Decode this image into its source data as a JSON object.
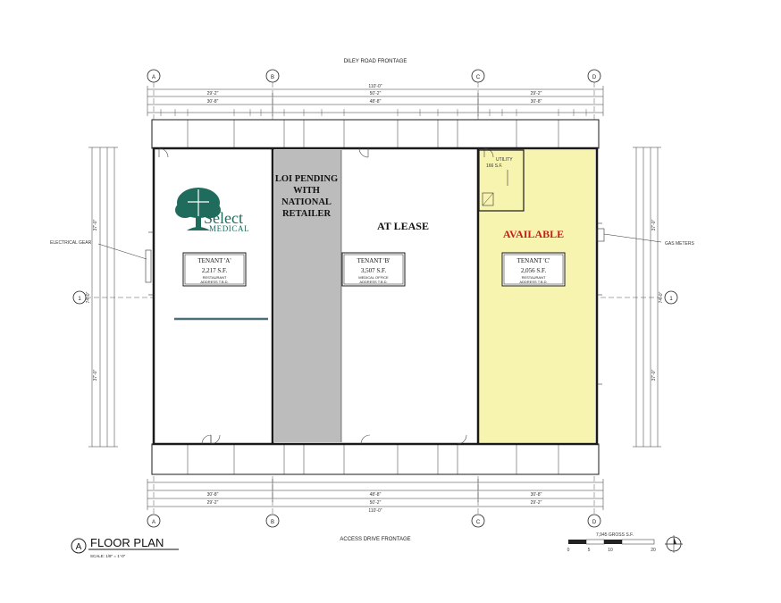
{
  "frontage_top": "DILEY ROAD FRONTAGE",
  "frontage_bottom": "ACCESS DRIVE FRONTAGE",
  "grid_columns": [
    "A",
    "B",
    "C",
    "D"
  ],
  "grid_row": "1",
  "overall_width": "110'-0\"",
  "dims_top_row2": [
    "29'-2\"",
    "50'-2\"",
    "29'-2\""
  ],
  "dims_top_row3": [
    "30'-8\"",
    "48'-8\"",
    "30'-8\""
  ],
  "side_dims": [
    "37'-0\"",
    "74'-0\"",
    "37'-0\""
  ],
  "brand": {
    "name_line1": "Select",
    "name_line2": "MEDICAL"
  },
  "lease_status": {
    "b_left": [
      "LOI PENDING",
      "WITH",
      "NATIONAL",
      "RETAILER"
    ],
    "b_right": "AT LEASE",
    "c": "AVAILABLE"
  },
  "tenants": [
    {
      "title": "TENANT 'A'",
      "area": "2,217 S.F.",
      "use": "RESTAURANT",
      "address": "ADDRESS T.B.D."
    },
    {
      "title": "TENANT 'B'",
      "area": "3,507 S.F.",
      "use": "MEDICAL OFFICE",
      "address": "ADDRESS T.B.D."
    },
    {
      "title": "TENANT 'C'",
      "area": "2,056 S.F.",
      "use": "RESTAURANT",
      "address": "ADDRESS T.B.D."
    }
  ],
  "utility": {
    "label": "UTILITY",
    "area": "166 S.F."
  },
  "callouts": {
    "electrical": "ELECTRICAL GEAR",
    "gas": "GAS METERS"
  },
  "title_block": {
    "marker": "A",
    "title": "FLOOR PLAN",
    "scale": "SCALE: 1/8\" = 1'-0\"",
    "gross": "7,945 GROSS S.F.",
    "scale_ticks": [
      "0",
      "5",
      "10",
      "20"
    ]
  },
  "colors": {
    "available_fill": "#f7f4b0",
    "loi_fill": "#bcbcbc",
    "available_text": "#cc1a1a",
    "brand_green": "#1f6b5c",
    "wall": "#1a1a1a"
  }
}
